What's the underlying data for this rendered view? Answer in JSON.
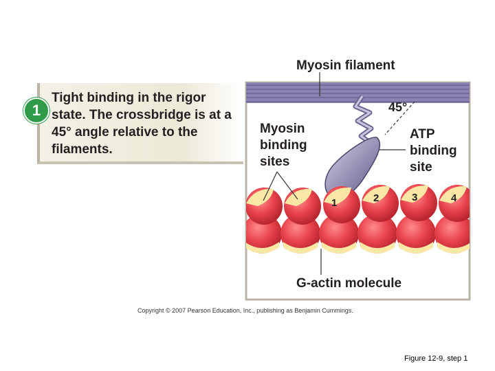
{
  "step": {
    "number": "1",
    "text": "Tight binding in the rigor state. The crossbridge is at a 45° angle relative to the filaments."
  },
  "diagram": {
    "myosin_filament": "Myosin filament",
    "angle": "45°",
    "myosin_binding_sites": [
      "Myosin",
      "binding",
      "sites"
    ],
    "atp_binding_site": [
      "ATP",
      "binding",
      "site"
    ],
    "g_actin": "G-actin molecule",
    "site_numbers": [
      "1",
      "2",
      "3",
      "4"
    ]
  },
  "copyright": "Copyright © 2007 Pearson Education, Inc., publishing as Benjamin Cummings.",
  "caption": "Figure 12-9, step 1",
  "colors": {
    "actin": "#e8434c",
    "binding_site": "#f9e7a6",
    "myosin": "#8a84a8",
    "badge": "#2f9a48"
  }
}
